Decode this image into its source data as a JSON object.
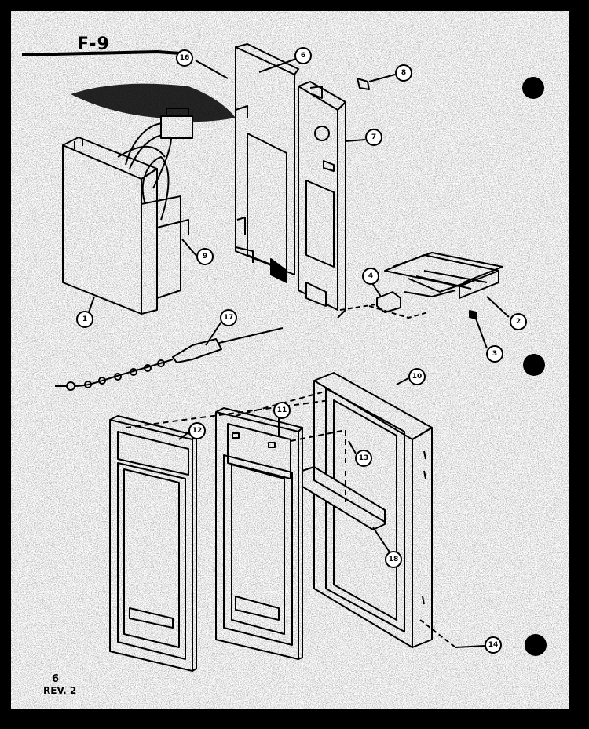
{
  "diagram": {
    "title": "F-9",
    "page_number": "6",
    "revision": "REV. 2",
    "callouts": [
      "16",
      "6",
      "8",
      "7",
      "9",
      "1",
      "4",
      "2",
      "3",
      "17",
      "10",
      "12",
      "11",
      "13",
      "18",
      "14"
    ]
  }
}
